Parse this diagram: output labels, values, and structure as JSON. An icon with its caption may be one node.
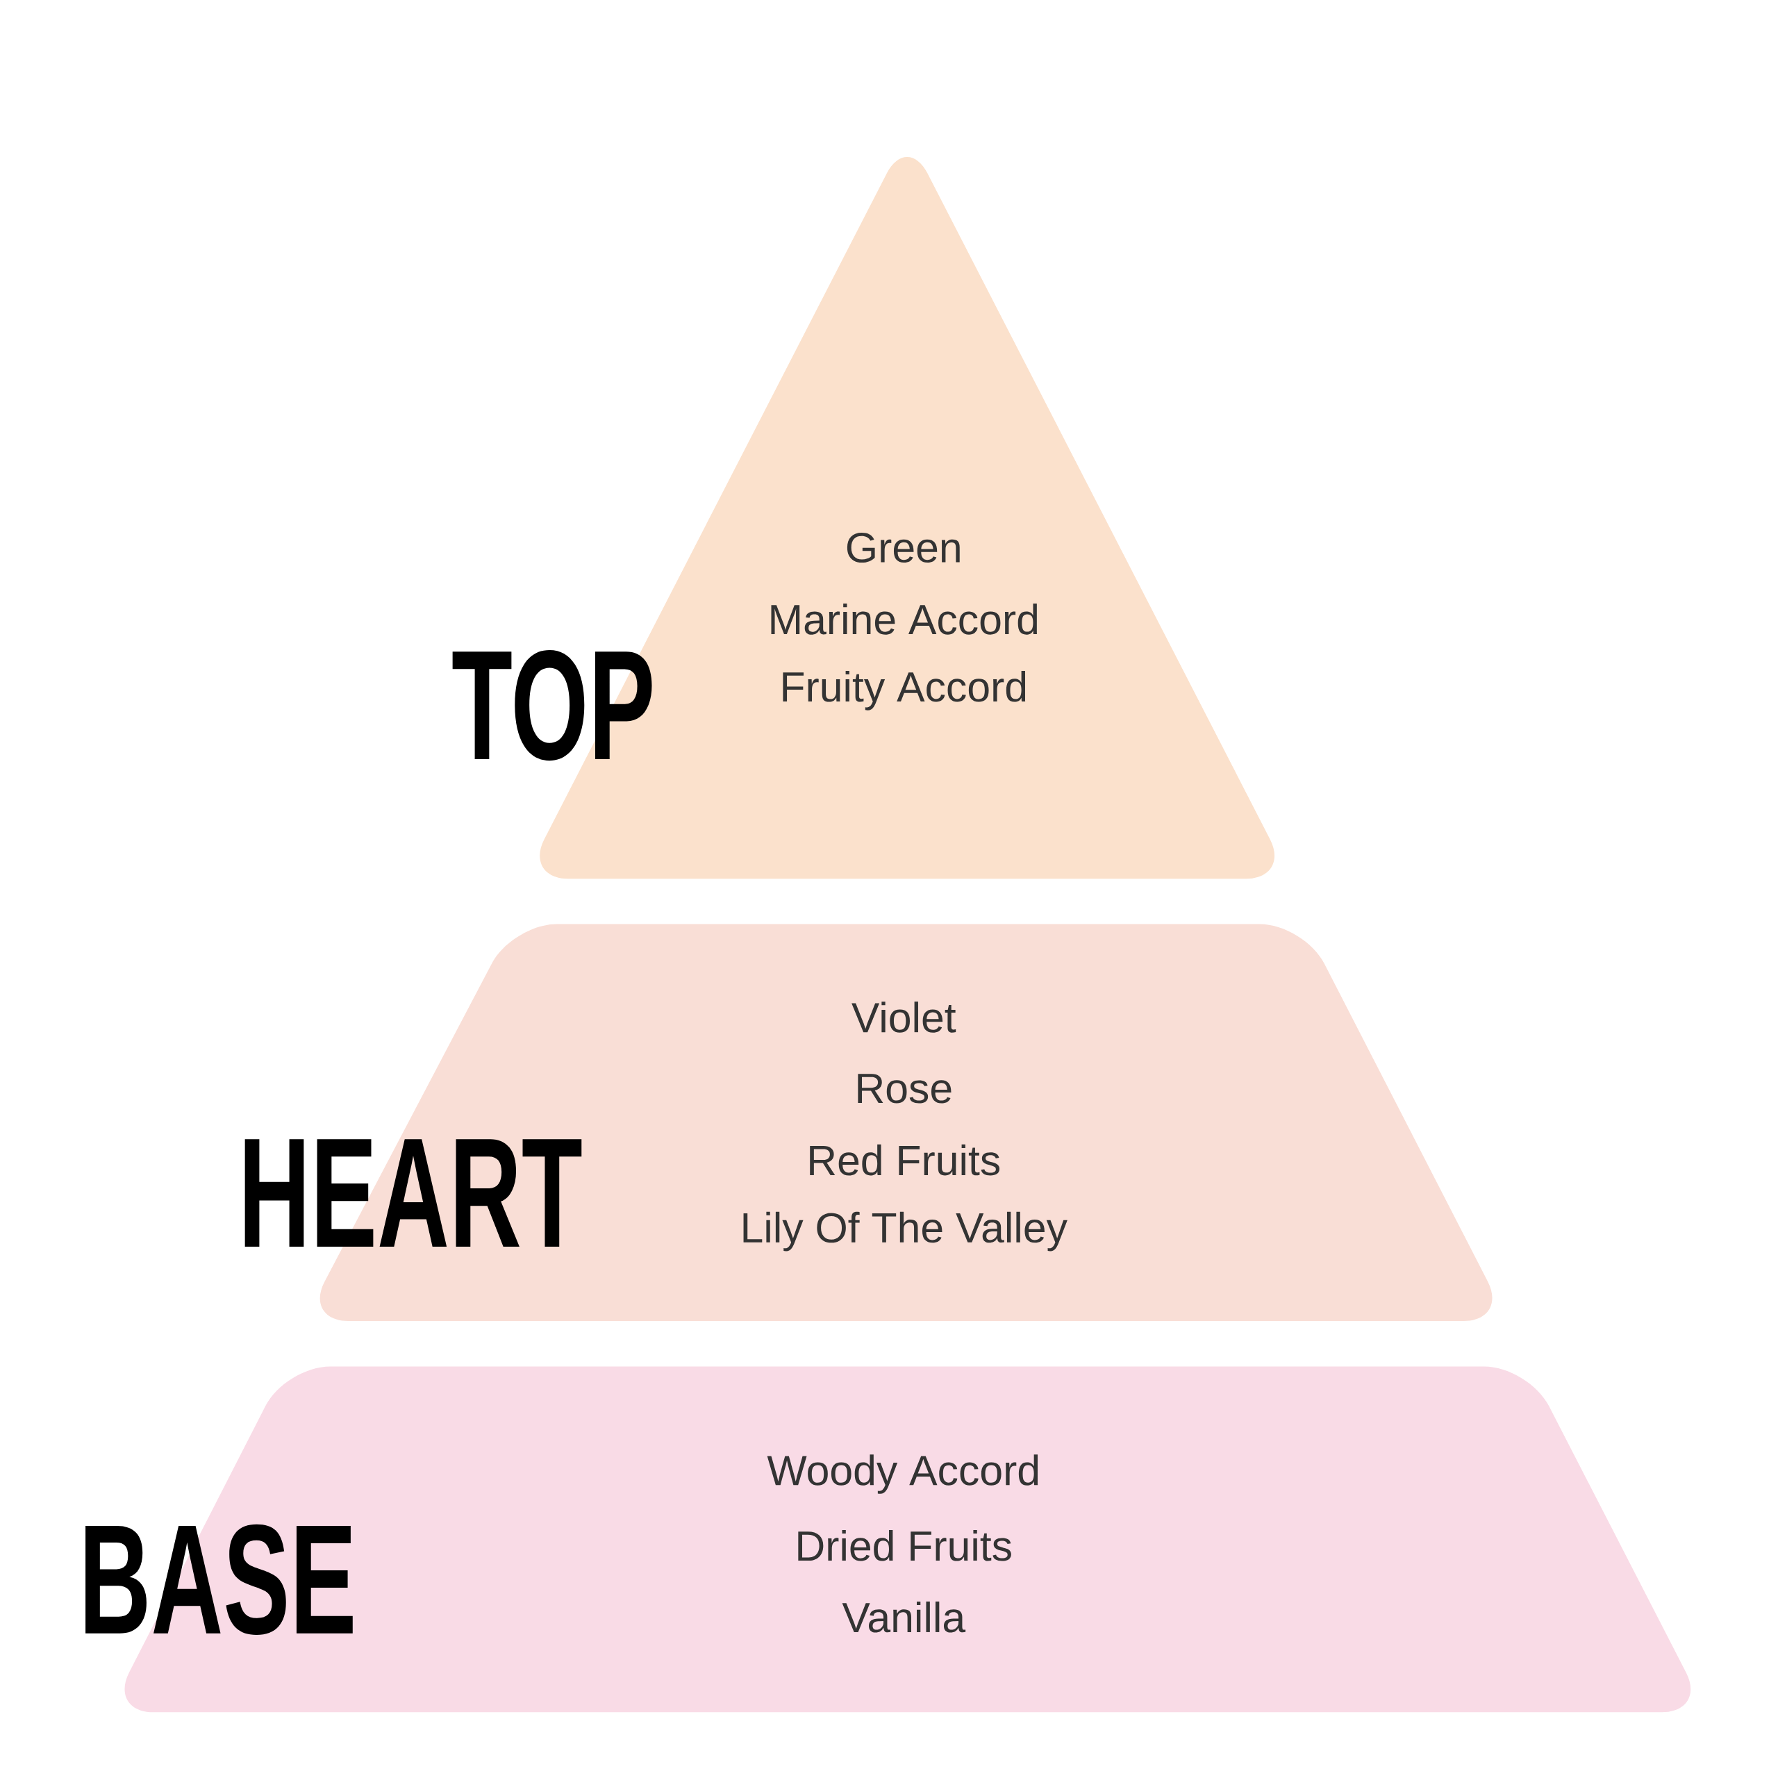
{
  "diagram": {
    "nodes": [
      {
        "text": [
          "TOP",
          "Green",
          "Marine Accord",
          "Fruity Accord"
        ]
      },
      {
        "text": [
          "HEART",
          "Violet",
          "Rose",
          "Red Fruits",
          "Lily Of The Valley"
        ]
      },
      {
        "text": [
          "BASE",
          "Woody Accord",
          "Dried Fruits",
          "Vanilla"
        ]
      }
    ]
  }
}
